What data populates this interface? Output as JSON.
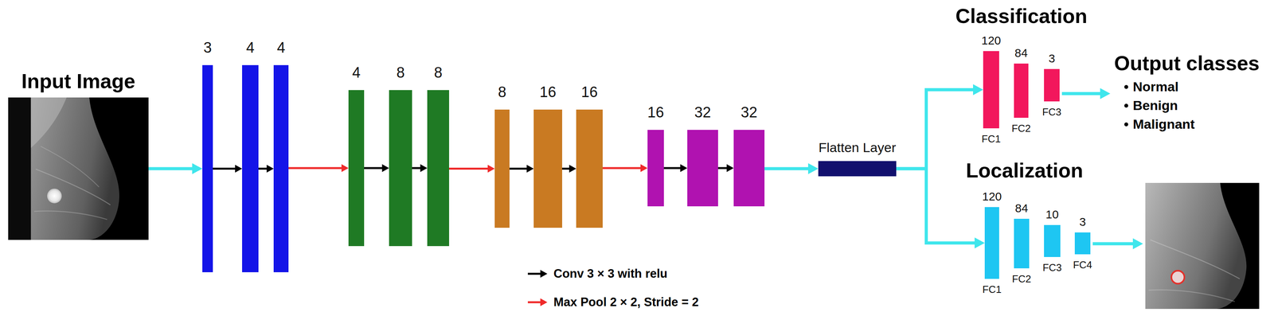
{
  "diagram": {
    "nodes": [
      {
        "text": [
          "Input Image"
        ]
      },
      {
        "text": [
          "3"
        ]
      },
      {
        "text": [
          "4"
        ]
      },
      {
        "text": [
          "4"
        ]
      },
      {
        "text": [
          "4"
        ]
      },
      {
        "text": [
          "8"
        ]
      },
      {
        "text": [
          "8"
        ]
      },
      {
        "text": [
          "8"
        ]
      },
      {
        "text": [
          "16"
        ]
      },
      {
        "text": [
          "16"
        ]
      },
      {
        "text": [
          "16"
        ]
      },
      {
        "text": [
          "32"
        ]
      },
      {
        "text": [
          "32"
        ]
      },
      {
        "text": [
          "Flatten Layer"
        ]
      },
      {
        "text": [
          "120",
          "FC1"
        ]
      },
      {
        "text": [
          "84",
          "FC2"
        ]
      },
      {
        "text": [
          "3",
          "FC3"
        ]
      },
      {
        "text": [
          "120",
          "FC1"
        ]
      },
      {
        "text": [
          "84",
          "FC2"
        ]
      },
      {
        "text": [
          "10",
          "FC3"
        ]
      },
      {
        "text": [
          "3",
          "FC4"
        ]
      }
    ],
    "edges": [
      {
        "from": 0,
        "to": 1,
        "arrow": "to"
      },
      {
        "from": 1,
        "to": 2,
        "arrow": "to"
      },
      {
        "from": 2,
        "to": 3,
        "arrow": "to"
      },
      {
        "from": 3,
        "to": 4,
        "arrow": "to"
      },
      {
        "from": 4,
        "to": 5,
        "arrow": "to"
      },
      {
        "from": 5,
        "to": 6,
        "arrow": "to"
      },
      {
        "from": 6,
        "to": 7,
        "arrow": "to"
      },
      {
        "from": 7,
        "to": 8,
        "arrow": "to"
      },
      {
        "from": 8,
        "to": 9,
        "arrow": "to"
      },
      {
        "from": 9,
        "to": 10,
        "arrow": "to"
      },
      {
        "from": 10,
        "to": 11,
        "arrow": "to"
      },
      {
        "from": 11,
        "to": 12,
        "arrow": "to"
      },
      {
        "from": 12,
        "to": 13,
        "arrow": "to"
      },
      {
        "from": 13,
        "to": 14,
        "arrow": "to"
      },
      {
        "from": 13,
        "to": 17,
        "arrow": "to"
      }
    ],
    "labels": [
      "Classification",
      "Output classes",
      "Normal",
      "Benign",
      "Malignant",
      "Localization"
    ],
    "legend": [
      {
        "text": "Conv 3 × 3 with relu"
      },
      {
        "text": "Max Pool 2 × 2, Stride = 2"
      }
    ]
  }
}
